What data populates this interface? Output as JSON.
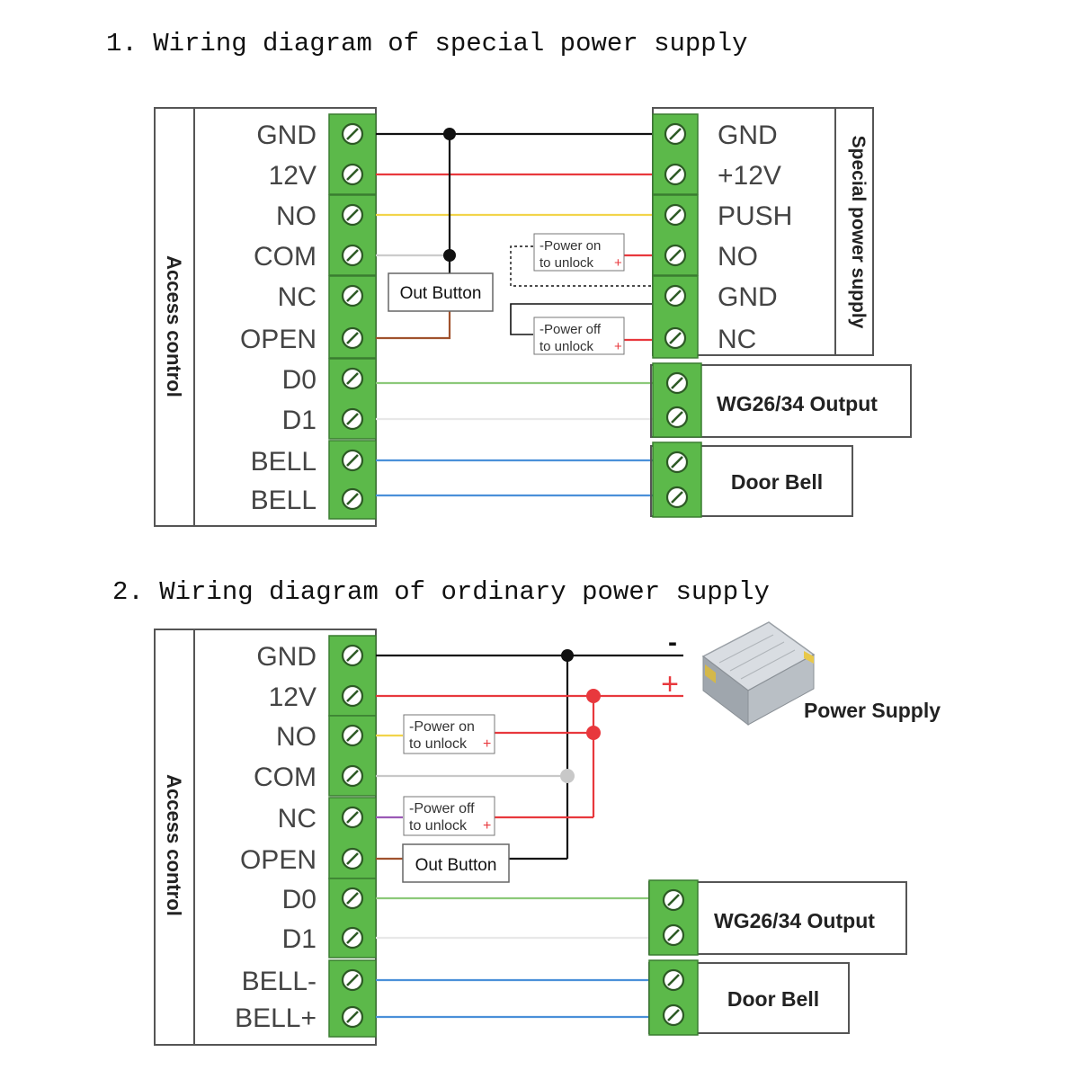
{
  "section1": {
    "title": "1. Wiring diagram of special power supply",
    "controller_label": "Access control",
    "terminals": [
      "GND",
      "12V",
      "NO",
      "COM",
      "NC",
      "OPEN",
      "D0",
      "D1",
      "BELL",
      "BELL"
    ],
    "supply_label": "Special power supply",
    "supply_terminals": [
      "GND",
      "+12V",
      "PUSH",
      "NO",
      "GND",
      "NC"
    ],
    "out_button": "Out Button",
    "power_on_line1": "-Power on",
    "power_on_line2": "to unlock",
    "power_off_line1": "-Power off",
    "power_off_line2": "to unlock",
    "wiegand_label": "WG26/34 Output",
    "doorbell_label": "Door Bell"
  },
  "section2": {
    "title": "2. Wiring diagram of ordinary power supply",
    "controller_label": "Access control",
    "terminals": [
      "GND",
      "12V",
      "NO",
      "COM",
      "NC",
      "OPEN",
      "D0",
      "D1",
      "BELL-",
      "BELL+"
    ],
    "supply_label": "Power Supply",
    "minus_sign": "-",
    "plus_sign": "+",
    "out_button": "Out Button",
    "power_on_line1": "-Power on",
    "power_on_line2": "to unlock",
    "power_off_line1": "-Power off",
    "power_off_line2": "to unlock",
    "wiegand_label": "WG26/34 Output",
    "doorbell_label": "Door Bell"
  },
  "colors": {
    "terminal_green": "#5cb94a",
    "frame": "#555555",
    "wire_black": "#111111",
    "wire_red": "#e8383d",
    "wire_yellow": "#f2d44a",
    "wire_green": "#8cc97a",
    "wire_blue": "#4a90d9",
    "wire_brown": "#a0522d",
    "wire_purple": "#9b59b6",
    "wire_grey": "#c8c8c8"
  }
}
